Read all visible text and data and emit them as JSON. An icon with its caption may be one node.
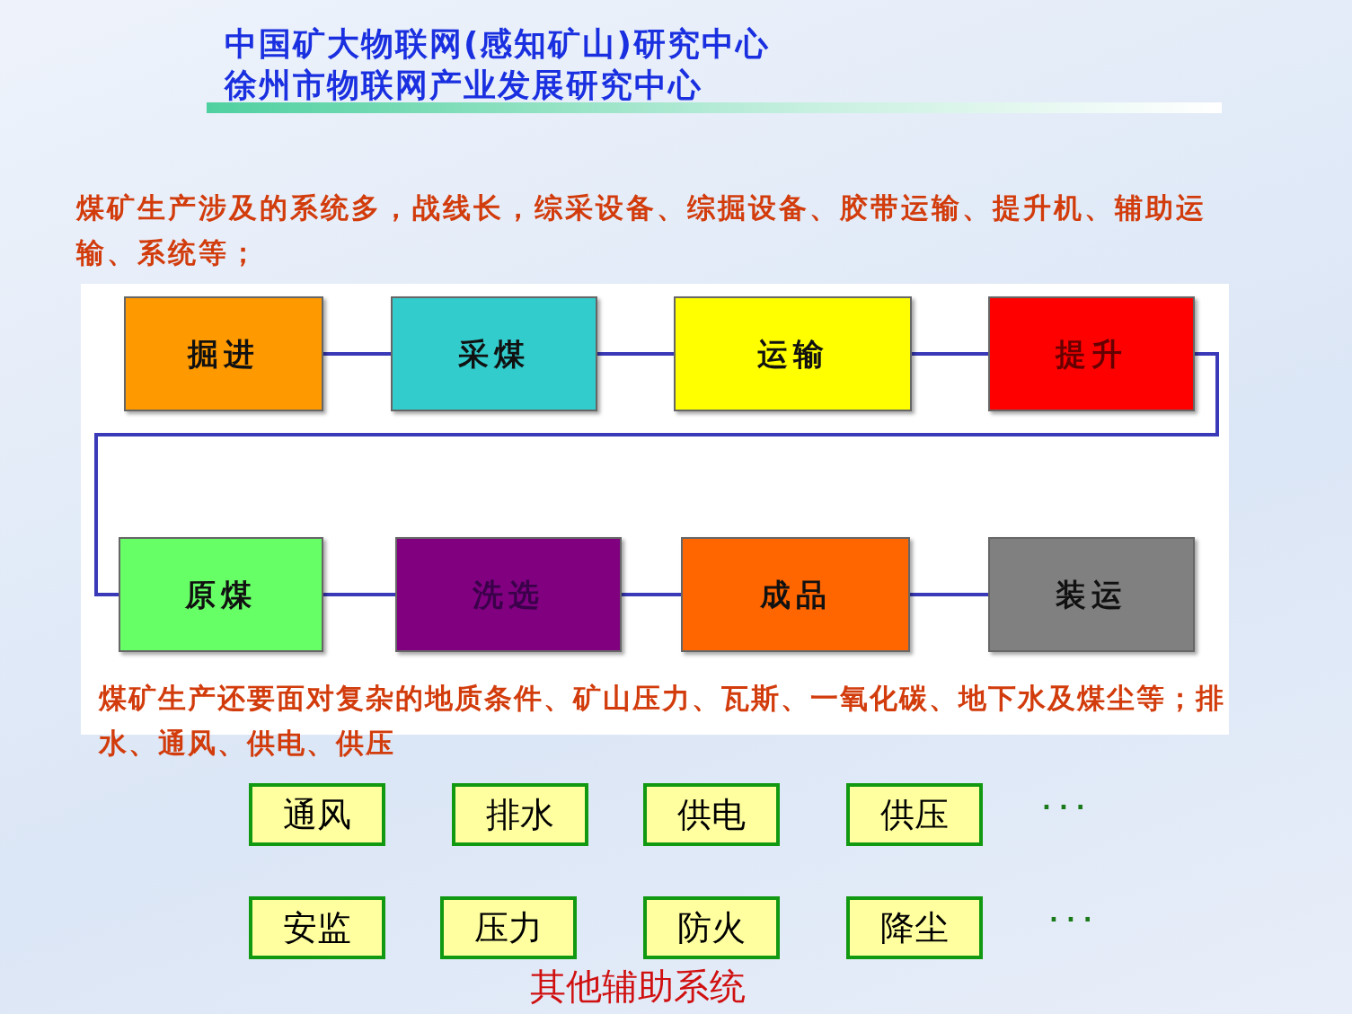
{
  "diagram": {
    "title": "中国矿大物联网(感知矿山)研究中心",
    "nodes": [
      {
        "text": [
          "掘进"
        ]
      },
      {
        "text": [
          "采煤"
        ]
      },
      {
        "text": [
          "运输"
        ]
      },
      {
        "text": [
          "提升"
        ]
      },
      {
        "text": [
          "原煤"
        ]
      },
      {
        "text": [
          "洗选"
        ]
      },
      {
        "text": [
          "成品"
        ]
      },
      {
        "text": [
          "装运"
        ]
      },
      {
        "text": [
          "通风"
        ]
      },
      {
        "text": [
          "排水"
        ]
      },
      {
        "text": [
          "供电"
        ]
      },
      {
        "text": [
          "供压"
        ]
      },
      {
        "text": [
          "安监"
        ]
      },
      {
        "text": [
          "压力"
        ]
      },
      {
        "text": [
          "防火"
        ]
      },
      {
        "text": [
          "降尘"
        ]
      }
    ],
    "edges": [
      {
        "from": 0,
        "to": 1,
        "arrow": "none"
      },
      {
        "from": 1,
        "to": 2,
        "arrow": "none"
      },
      {
        "from": 2,
        "to": 3,
        "arrow": "none"
      },
      {
        "from": 3,
        "to": 4,
        "arrow": "none"
      },
      {
        "from": 4,
        "to": 5,
        "arrow": "none"
      },
      {
        "from": 5,
        "to": 6,
        "arrow": "none"
      },
      {
        "from": 6,
        "to": 7,
        "arrow": "none"
      }
    ],
    "labels": [
      "徐州市物联网产业发展研究中心",
      "煤矿生产涉及的系统多，战线长，综采设备、综掘设备、胶带运输、提升机、辅助运输、系统等；",
      "煤矿生产还要面对复杂的地质条件、矿山压力、瓦斯、一氧化碳、地下水及煤尘等；排水、通风、供电、供压",
      "· · ·",
      "· · ·",
      "其他辅助系统"
    ]
  }
}
